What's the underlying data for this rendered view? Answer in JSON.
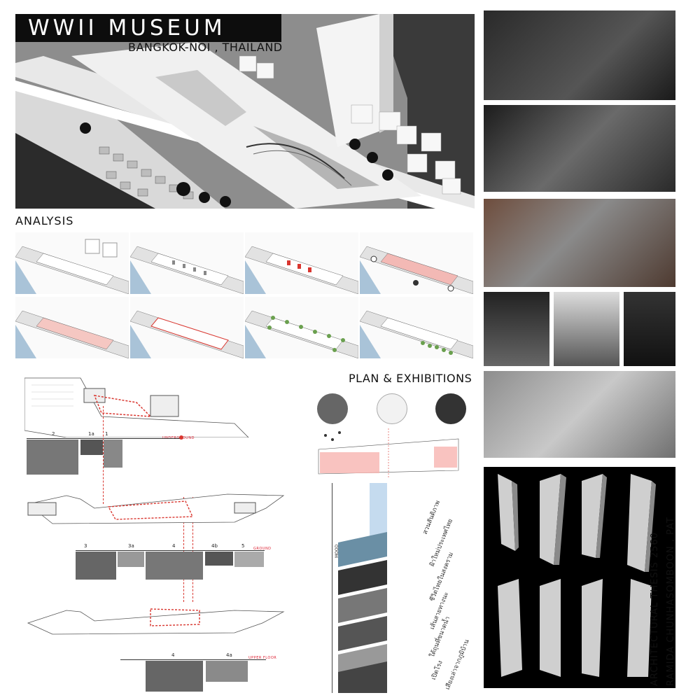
{
  "header": {
    "title": "WWII MUSEUM",
    "subtitle": "BANGKOK-NOI , THAILAND"
  },
  "sections": {
    "analysis": "ANALYSIS",
    "plan": "PLAN & EXHIBITIONS"
  },
  "plan": {
    "floor_tags": [
      "UNDERGROUND",
      "GROUND",
      "UPPER FLOOR"
    ],
    "underground_labels": [
      "2",
      "1a",
      "1"
    ],
    "ground_labels": [
      "3",
      "3a",
      "4",
      "4b",
      "5"
    ],
    "upper_labels": [
      "4",
      "4a"
    ]
  },
  "mood_stack": {
    "axis_label": "MOOD",
    "labels": [
      "สวนสันติภาพ",
      "ฝ้าใหม่ประเทศไทย",
      "ชีวิตไทยในสงคราม",
      "เส้นสายทางนะ",
      "ใต้ถุนที่ขนาดน้ำ",
      "เปิดโรง",
      "เสียงเล่าจากภูมิบ้าน"
    ]
  },
  "credits": {
    "line1": "ARCHITECTURAL THESIS 2560",
    "line2": "RAMIDA CHUNHASOMBOON , PAT"
  },
  "colors": {
    "accent_red": "#d9362f",
    "river_blue": "#a9c3d8",
    "tree_green": "#6aa04e",
    "panel_black": "#000000"
  }
}
